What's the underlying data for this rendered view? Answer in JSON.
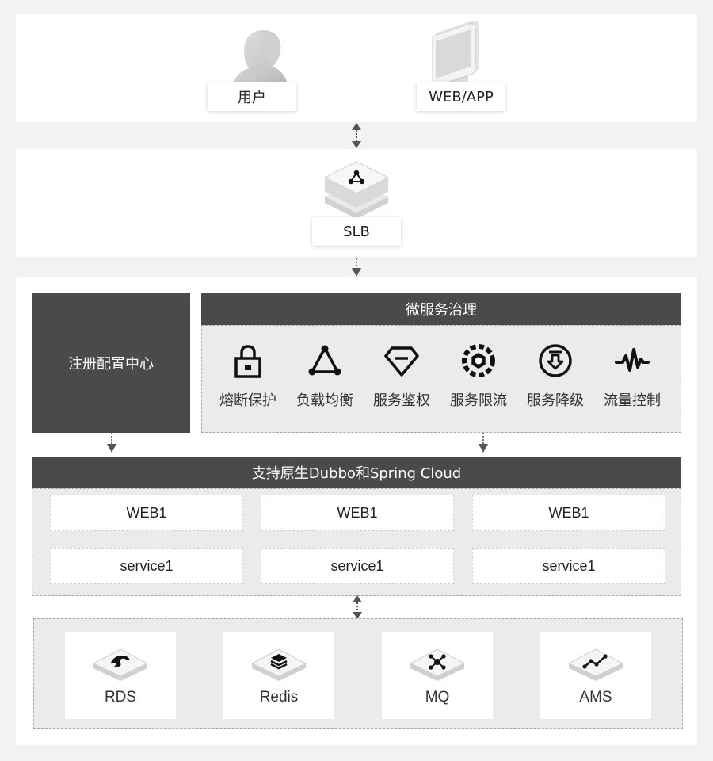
{
  "top": {
    "user_label": "用户",
    "client_label": "WEB/APP",
    "user_icon": "person-silhouette-icon",
    "client_icon": "monitor-icon"
  },
  "slb": {
    "label": "SLB",
    "icon": "load-balancer-icon"
  },
  "registry": {
    "label": "注册配置中心"
  },
  "governance": {
    "title": "微服务治理",
    "items": [
      {
        "label": "熔断保护",
        "icon": "lock-icon"
      },
      {
        "label": "负载均衡",
        "icon": "triangle-network-icon"
      },
      {
        "label": "服务鉴权",
        "icon": "gem-icon"
      },
      {
        "label": "服务限流",
        "icon": "gear-ring-icon"
      },
      {
        "label": "服务降级",
        "icon": "download-circle-icon"
      },
      {
        "label": "流量控制",
        "icon": "pulse-icon"
      }
    ]
  },
  "framework": {
    "title": "支持原生Dubbo和Spring Cloud",
    "columns": [
      {
        "web": "WEB1",
        "service": "service1"
      },
      {
        "web": "WEB1",
        "service": "service1"
      },
      {
        "web": "WEB1",
        "service": "service1"
      }
    ]
  },
  "data_stores": [
    {
      "label": "RDS",
      "icon": "dolphin-icon"
    },
    {
      "label": "Redis",
      "icon": "stack-icon"
    },
    {
      "label": "MQ",
      "icon": "hub-icon"
    },
    {
      "label": "AMS",
      "icon": "trend-line-icon"
    }
  ],
  "colors": {
    "dark_header": "#4a4a4a",
    "panel_bg": "#ffffff",
    "page_bg": "#f2f2f2",
    "area_bg": "#ebebec"
  }
}
